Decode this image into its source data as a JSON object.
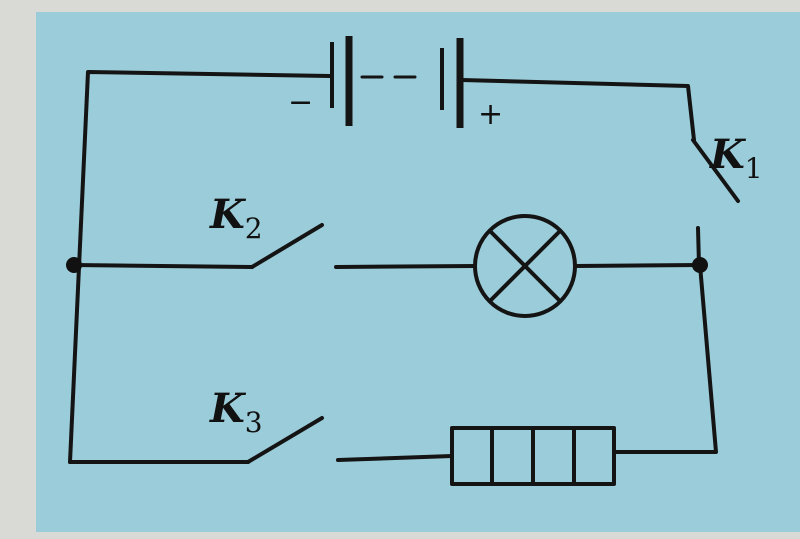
{
  "switches": [
    {
      "id": "k1",
      "letter": "K",
      "index": "1"
    },
    {
      "id": "k2",
      "letter": "K",
      "index": "2"
    },
    {
      "id": "k3",
      "letter": "K",
      "index": "3"
    }
  ],
  "battery": {
    "negative_sign": "−",
    "positive_sign": "+"
  },
  "colors": {
    "background": "#9bccd9",
    "ink": "#141414",
    "page_edge": "#d9d9d6"
  }
}
